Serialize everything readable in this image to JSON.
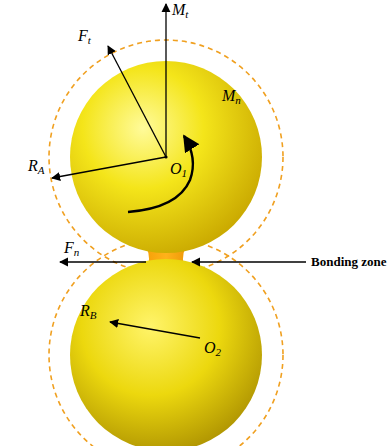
{
  "diagram": {
    "labels": [
      "Mt",
      "Ft",
      "Mn",
      "RA",
      "O1",
      "Fn",
      "Bonding zone",
      "RB",
      "O2"
    ]
  }
}
